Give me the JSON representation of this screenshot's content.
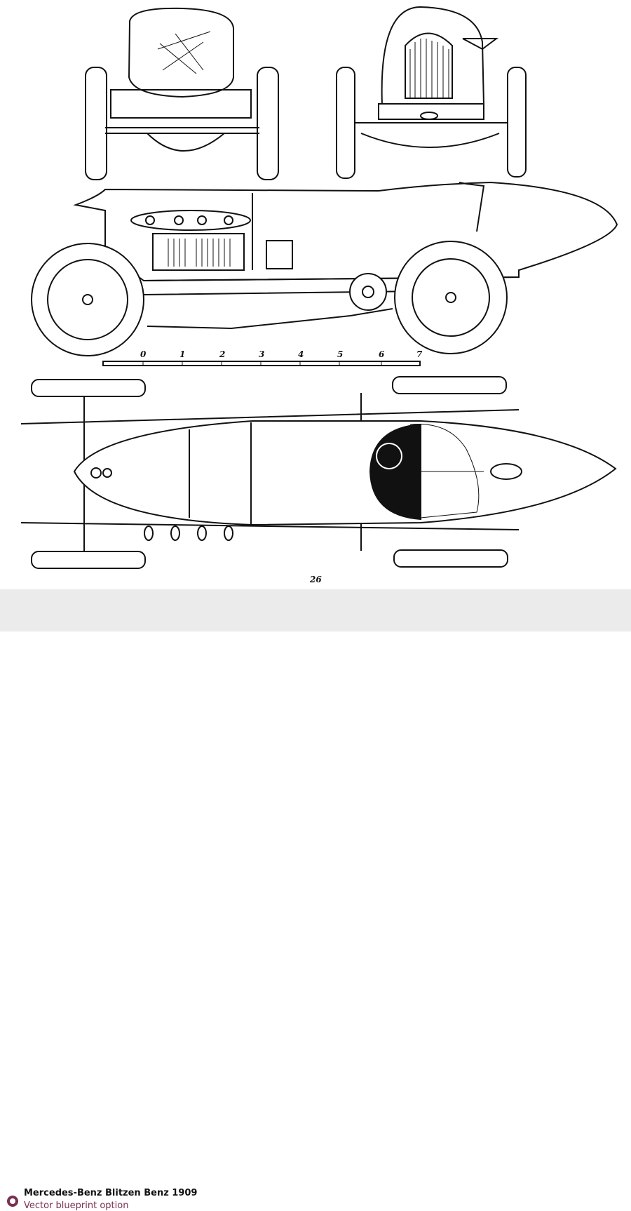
{
  "blueprint": {
    "scale_labels": [
      "0",
      "1",
      "2",
      "3",
      "4",
      "5",
      "6",
      "7"
    ],
    "page_number": "26"
  },
  "caption": {
    "title": "Mercedes-Benz Blitzen Benz 1909",
    "subtitle": "Vector blueprint option",
    "accent_color": "#7a3050"
  }
}
